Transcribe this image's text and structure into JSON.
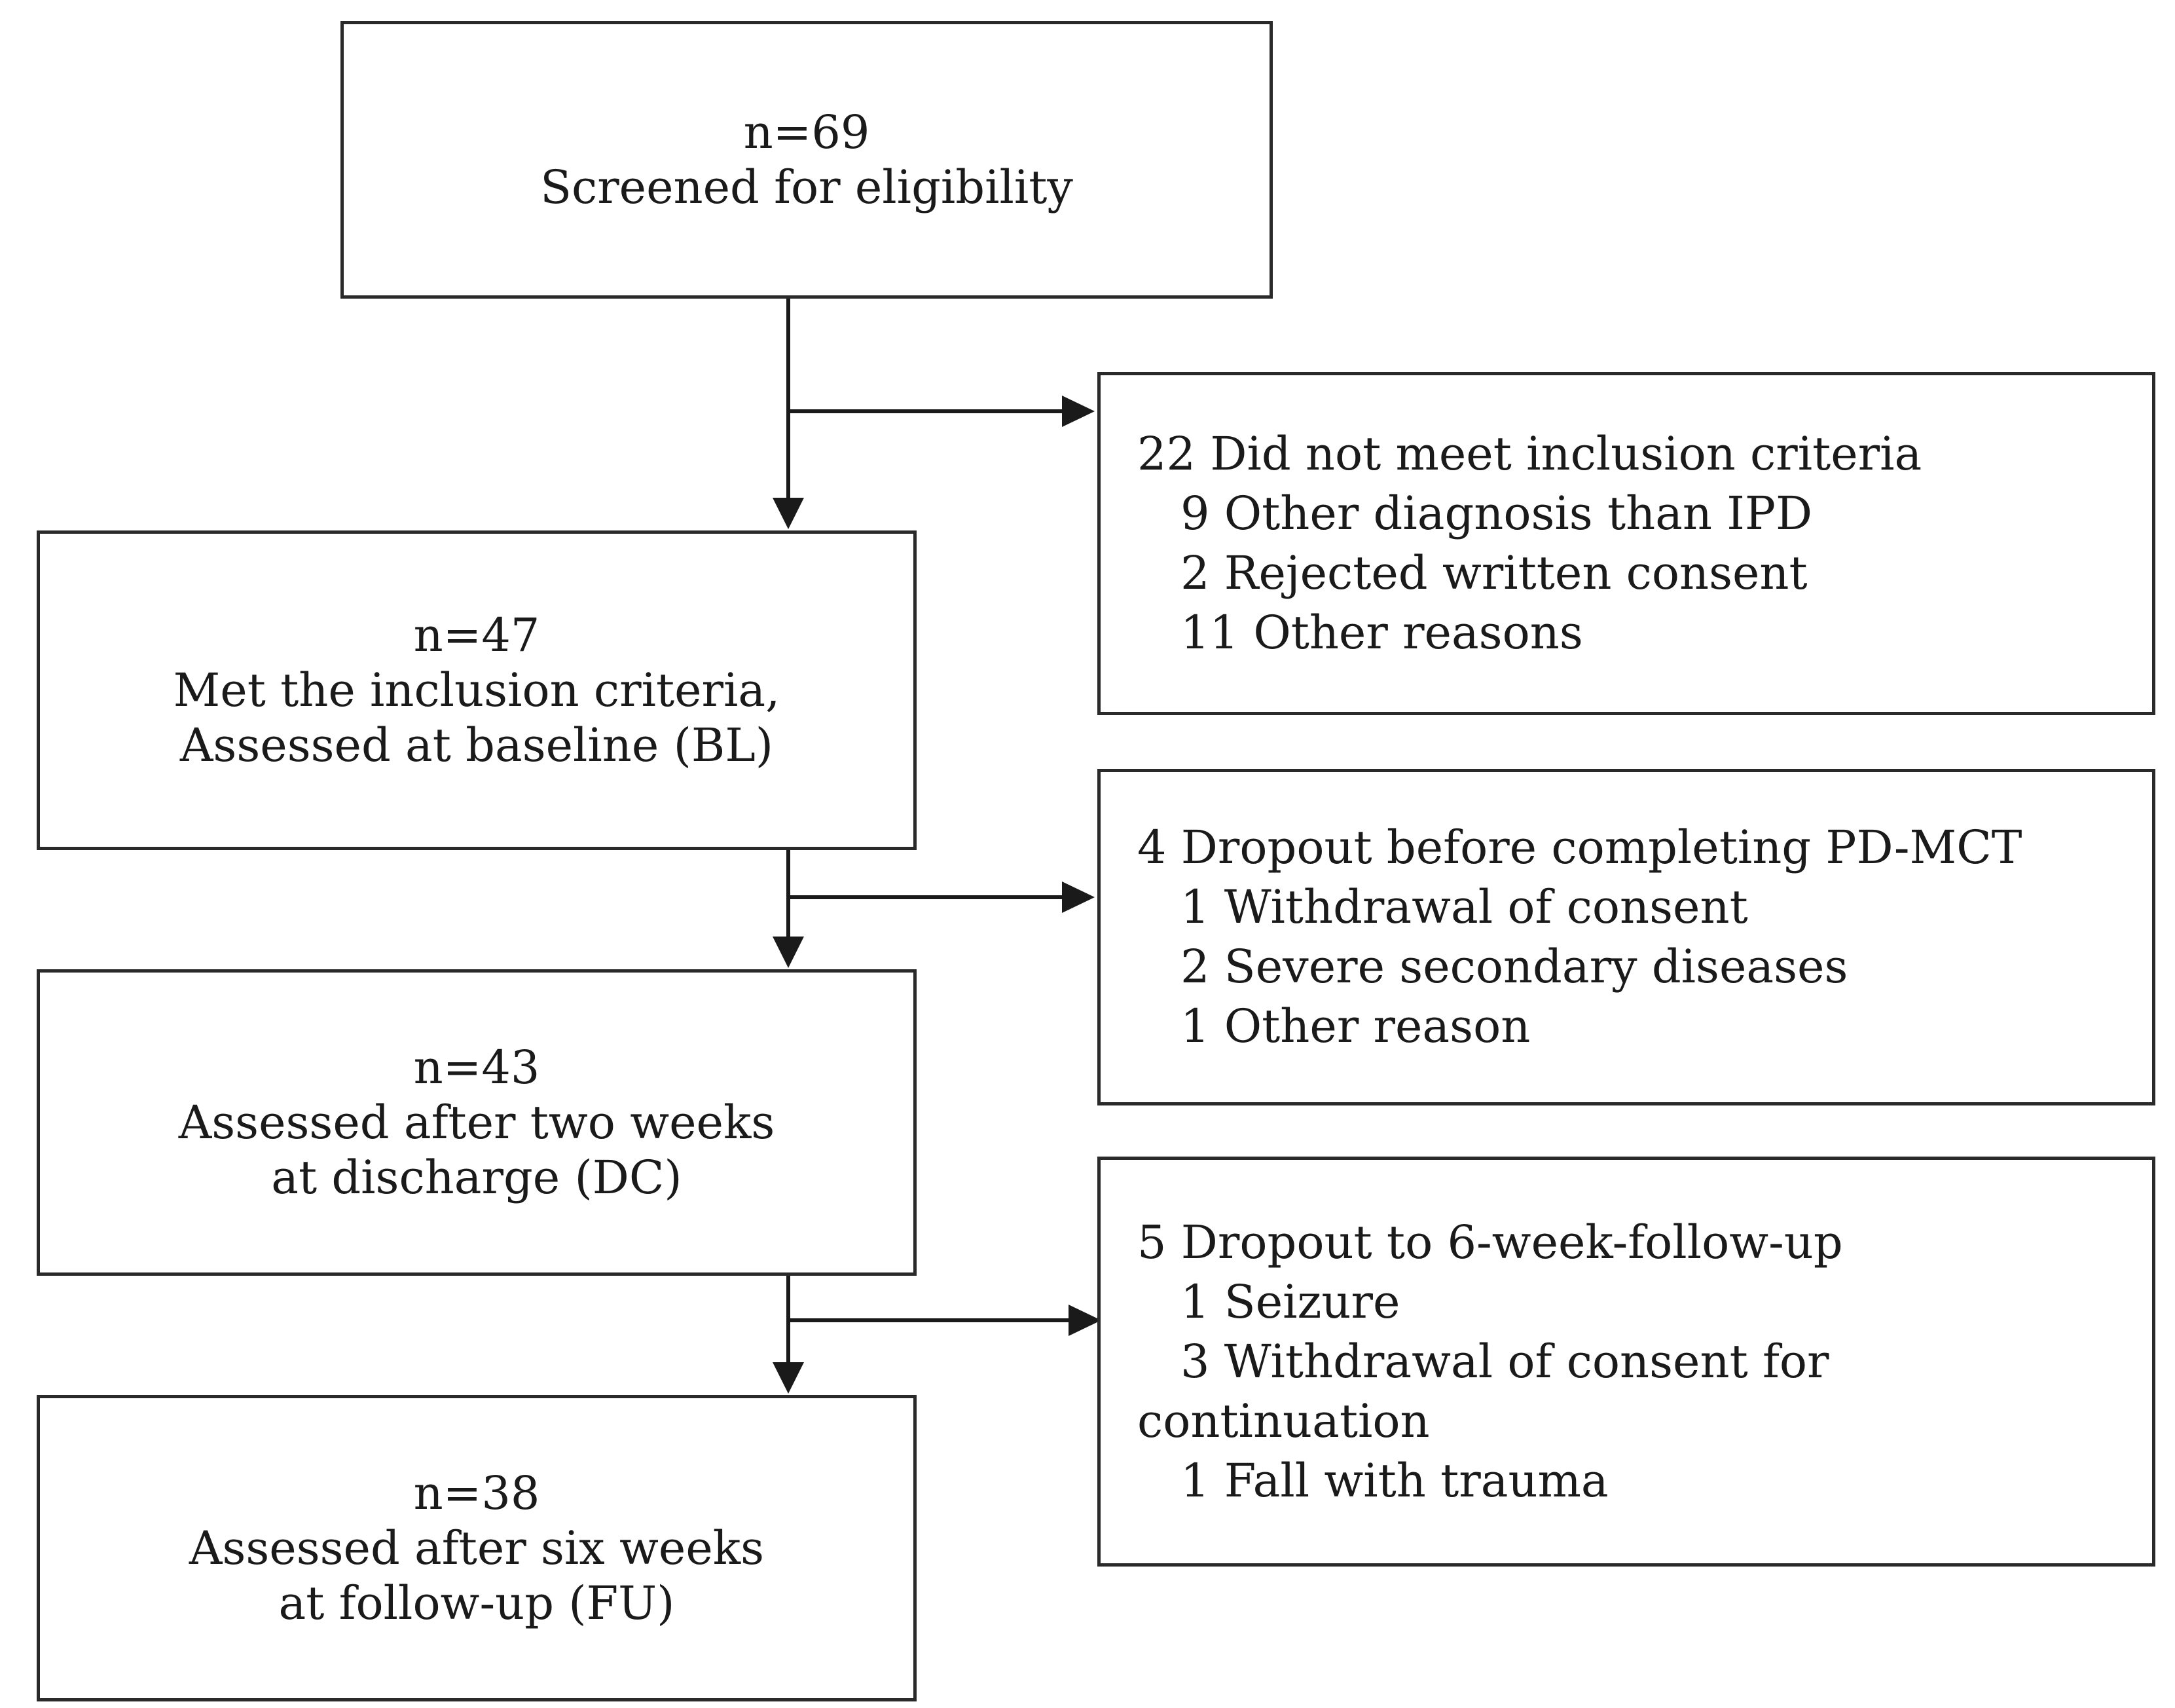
{
  "boxes": {
    "screened": {
      "count": "n=69",
      "label": "Screened for eligibility"
    },
    "baseline": {
      "count": "n=47",
      "line1": "Met the inclusion criteria,",
      "line2": "Assessed at baseline (BL)"
    },
    "discharge": {
      "count": "n=43",
      "line1": "Assessed after two weeks",
      "line2": "at discharge (DC)"
    },
    "followup": {
      "count": "n=38",
      "line1": "Assessed after six weeks",
      "line2": "at follow-up (FU)"
    }
  },
  "exclusions": {
    "inclusion": {
      "title": "22 Did not meet inclusion criteria",
      "items": [
        "9 Other diagnosis than IPD",
        "2 Rejected written consent",
        "11 Other reasons"
      ]
    },
    "dropout_pdmct": {
      "title": "4 Dropout before completing PD-MCT",
      "items": [
        "1 Withdrawal of consent",
        "2 Severe secondary diseases",
        "1 Other reason"
      ]
    },
    "dropout_followup": {
      "title": "5 Dropout to 6-week-follow-up",
      "items": [
        "1 Seizure",
        "3 Withdrawal of consent for",
        "continuation",
        "1 Fall with trauma"
      ]
    }
  }
}
